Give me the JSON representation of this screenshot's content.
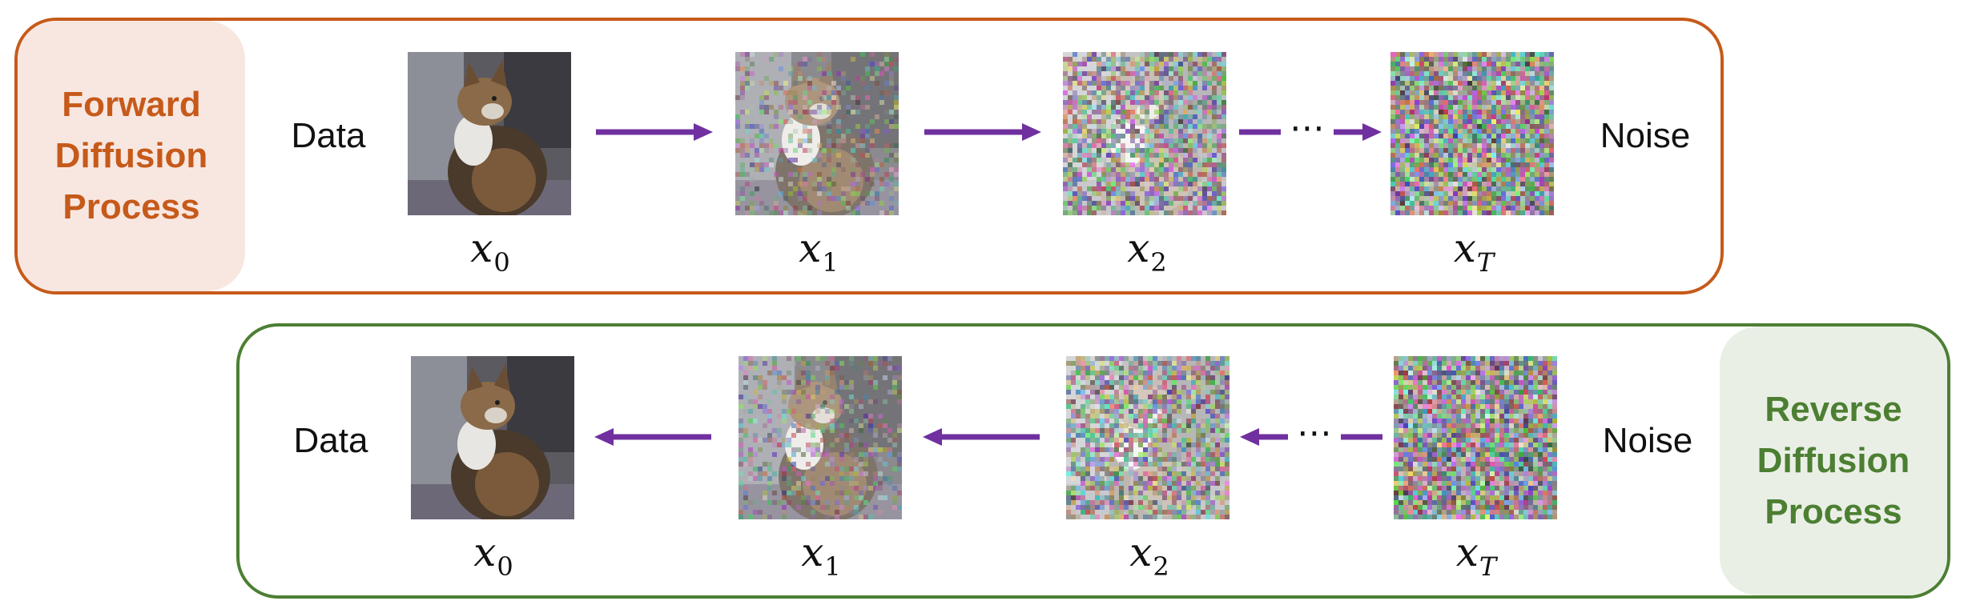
{
  "forward": {
    "label_lines": [
      "Forward",
      "Diffusion",
      "Process"
    ],
    "start_word": "Data",
    "end_word": "Noise",
    "steps": [
      {
        "var": "x",
        "sub": "0"
      },
      {
        "var": "x",
        "sub": "1"
      },
      {
        "var": "x",
        "sub": "2"
      },
      {
        "var": "x",
        "sub": "T"
      }
    ],
    "ellipsis": "⋯"
  },
  "reverse": {
    "label_lines": [
      "Reverse",
      "Diffusion",
      "Process"
    ],
    "start_word": "Data",
    "end_word": "Noise",
    "steps": [
      {
        "var": "x",
        "sub": "0"
      },
      {
        "var": "x",
        "sub": "1"
      },
      {
        "var": "x",
        "sub": "2"
      },
      {
        "var": "x",
        "sub": "T"
      }
    ],
    "ellipsis": "⋯"
  },
  "colors": {
    "forward_accent": "#c65a1a",
    "forward_fill": "#f8e7e1",
    "reverse_accent": "#4c7f32",
    "reverse_fill": "#eaefe6",
    "arrow": "#7030a0"
  },
  "noise_levels": [
    0,
    0.35,
    0.75,
    1
  ]
}
